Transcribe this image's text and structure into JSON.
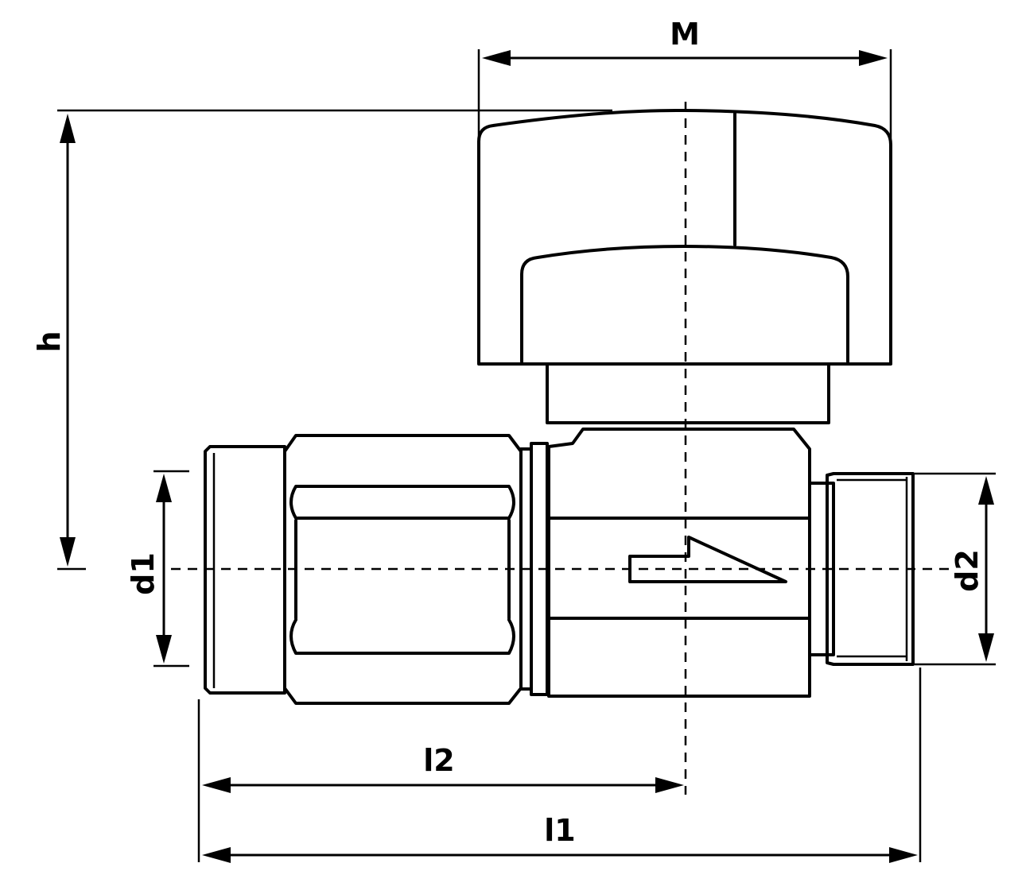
{
  "labels": {
    "M": "M",
    "h": "h",
    "d1": "d1",
    "d2": "d2",
    "l2": "l2",
    "l1": "l1"
  }
}
